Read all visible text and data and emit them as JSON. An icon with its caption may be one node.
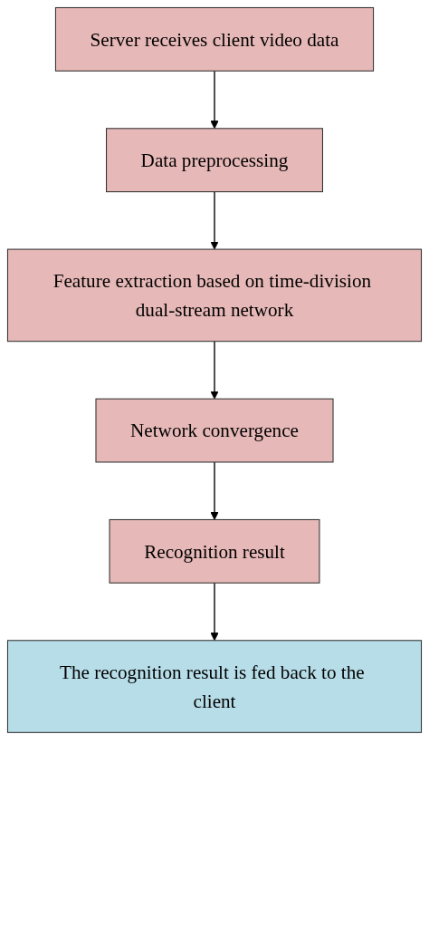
{
  "diagram": {
    "nodes": [
      {
        "text": [
          "Server receives client video data"
        ]
      },
      {
        "text": [
          "Data preprocessing"
        ]
      },
      {
        "text": [
          "Feature extraction based on time-division dual-stream network"
        ]
      },
      {
        "text": [
          "Network convergence"
        ]
      },
      {
        "text": [
          "Recognition result"
        ]
      },
      {
        "text": [
          "The recognition result is fed back to the client"
        ]
      }
    ],
    "edges": [
      {
        "from": 0,
        "to": 1,
        "arrow": "to"
      },
      {
        "from": 1,
        "to": 2,
        "arrow": "to"
      },
      {
        "from": 2,
        "to": 3,
        "arrow": "to"
      },
      {
        "from": 3,
        "to": 4,
        "arrow": "to"
      },
      {
        "from": 4,
        "to": 5,
        "arrow": "to"
      }
    ]
  }
}
